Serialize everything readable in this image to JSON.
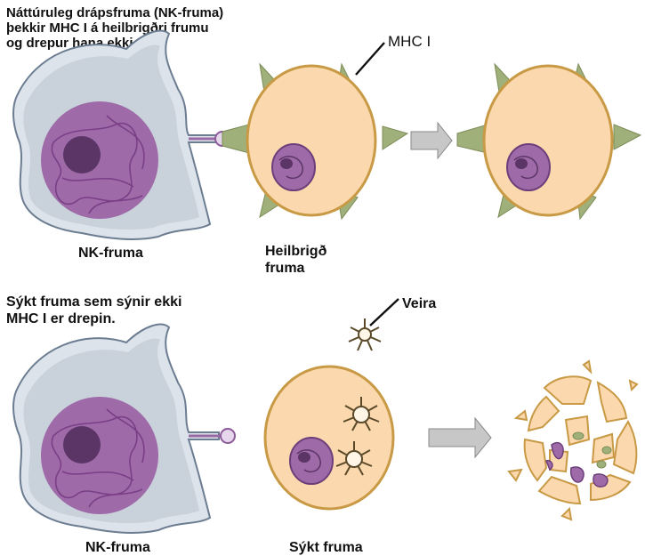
{
  "top_caption_lines": [
    "Náttúruleg drápsfruma (NK-fruma)",
    "þekkir MHC I á heilbrigðri frumu",
    "og drepur hana ekki."
  ],
  "bottom_caption_lines": [
    "Sýkt fruma sem sýnir ekki",
    "MHC I er drepin."
  ],
  "labels": {
    "mhc": "MHC I",
    "virus": "Veira",
    "nk_top": "NK-fruma",
    "healthy_line1": "Heilbrigð",
    "healthy_line2": "fruma",
    "nk_bottom": "NK-fruma",
    "infected": "Sýkt fruma"
  },
  "colors": {
    "nk_cell_fill": "#dde3ea",
    "nk_cell_stroke": "#6c7d92",
    "nucleus_fill": "#9e6aa8",
    "nucleolus_fill": "#5b3566",
    "target_cell_fill": "#fbd8ad",
    "target_cell_stroke": "#c89a45",
    "mhc_spike_fill": "#9fb07a",
    "arrow_fill": "#c7c7c7",
    "virus_stroke": "#5a4a2a"
  }
}
